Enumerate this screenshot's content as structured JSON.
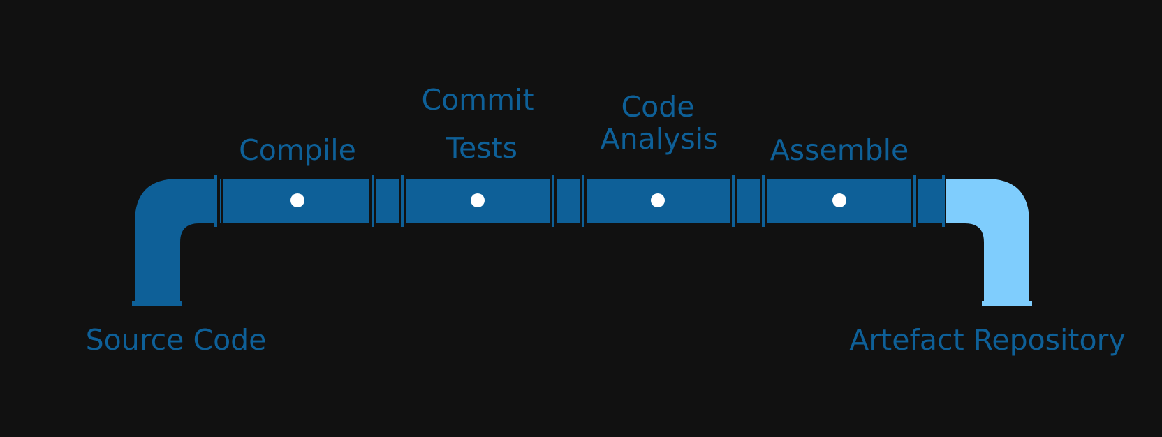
{
  "colors": {
    "background": "#111111",
    "pipe": "#0e6098",
    "pipe_end": "#7fcdfd",
    "text": "#0e6098",
    "valve_center": "#ffffff"
  },
  "source": {
    "label": "Source Code"
  },
  "target": {
    "label": "Artefact Repository"
  },
  "stages": [
    {
      "lines": [
        "Compile"
      ]
    },
    {
      "lines": [
        "Commit",
        "Tests"
      ]
    },
    {
      "lines": [
        "Code",
        "Analysis"
      ]
    },
    {
      "lines": [
        "Assemble"
      ]
    }
  ]
}
